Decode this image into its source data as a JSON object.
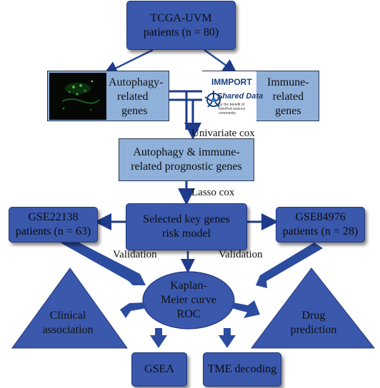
{
  "top_box": {
    "line1": "TCGA-UVM",
    "line2": "patients (n = 80)"
  },
  "autophagy_box": {
    "line1": "Autophagy-",
    "line2": "related",
    "line3": "genes"
  },
  "immune_box": {
    "line1": "Immune-",
    "line2": "related",
    "line3": "genes",
    "logo_title": "IMMPORT",
    "logo_subtitle": "Shared Data",
    "logo_caption": "for the benefit of ImmPort science community"
  },
  "univariate_label": "Univariate cox",
  "prognostic_box": {
    "line1": "Autophagy & immune-",
    "line2": "related prognostic genes"
  },
  "lasso_label": "Lasso cox",
  "model_box": {
    "line1": "Selected key genes",
    "line2": "risk model"
  },
  "gse22138_box": {
    "line1": "GSE22138",
    "line2": "patients (n = 63)"
  },
  "gse84976_box": {
    "line1": "GSE84976",
    "line2": "patients (n = 28)"
  },
  "validation_left": "Validation",
  "validation_right": "Validation",
  "km_ellipse": {
    "line1": "Kaplan-",
    "line2": "Meier curve",
    "line3": "ROC"
  },
  "clinical_triangle": {
    "line1": "Clinical",
    "line2": "association"
  },
  "drug_triangle": {
    "line1": "Drug",
    "line2": "prediction"
  },
  "gsea_box": {
    "label": "GSEA"
  },
  "tme_box": {
    "label": "TME decoding"
  },
  "colors": {
    "dark_fill": "#3a58ac",
    "light_fill": "#8fb0d9",
    "arrow": "#2b4c9f",
    "line": "#1e3a8a"
  }
}
